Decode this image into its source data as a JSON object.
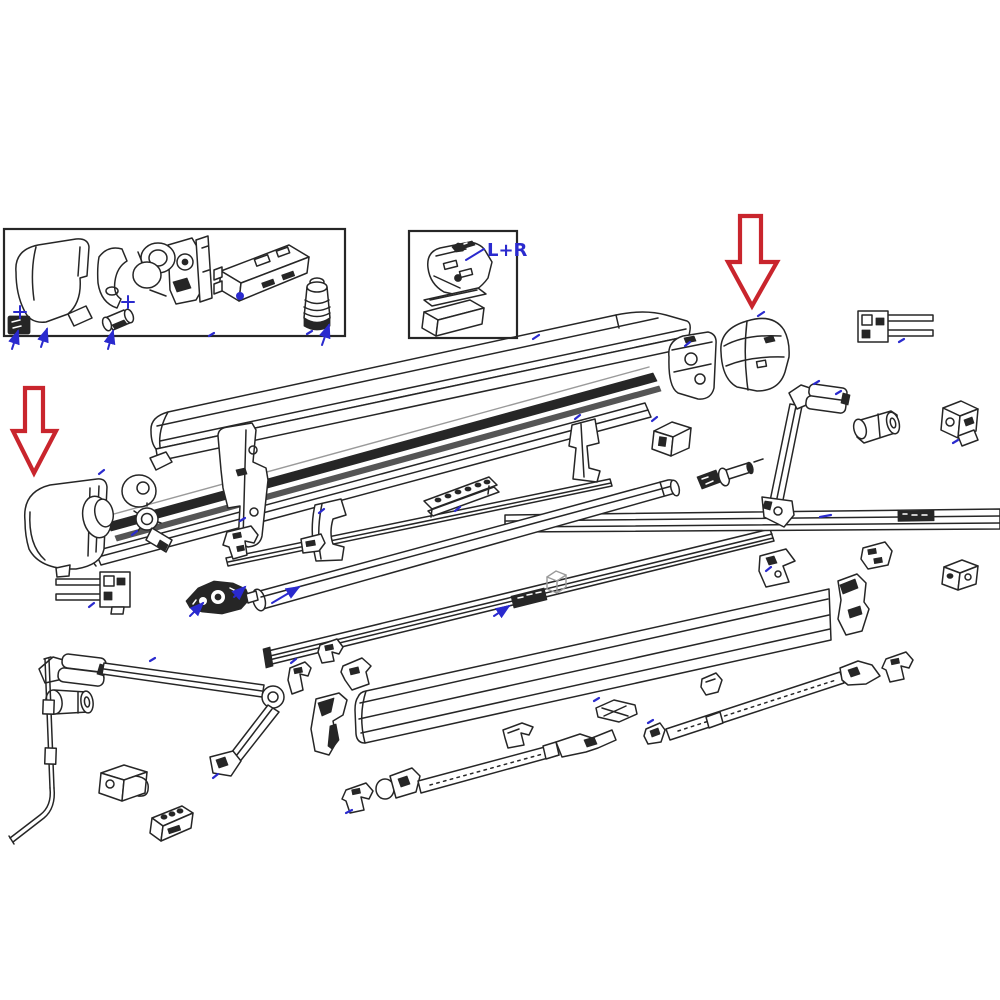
{
  "figure": {
    "kind": "exploded-parts-diagram",
    "subject": "Awning assembly exploded view (technical line drawing)",
    "background": "#ffffff"
  },
  "colors": {
    "ink": "#262626",
    "light": "#9a9a9a",
    "red": "#c9252d",
    "blue": "#2a2ace",
    "white": "#ffffff"
  },
  "labels": {
    "left_right": "L+R"
  },
  "callouts": {
    "red_arrows": [
      {
        "direction": "down",
        "points_to": "right-end-cap"
      },
      {
        "direction": "down",
        "points_to": "left-end-cap"
      }
    ],
    "blue_plus_marks": 2,
    "blue_locator_ticks": 23,
    "blue_pointer_arrows": 8
  },
  "insets": [
    {
      "id": "accessory-kit",
      "position": "top-left",
      "parts": [
        "end-cap-housing",
        "black-cover-plate",
        "curved-bracket",
        "roller-pin",
        "motor-gear-assembly",
        "control-unit-box",
        "cone-adapter"
      ]
    },
    {
      "id": "bracket-kit",
      "position": "top-center",
      "label_ref": "left_right",
      "parts": [
        "mounting-bracket",
        "screw",
        "flat-bar",
        "spacer-block"
      ]
    }
  ],
  "parts": [
    "cassette-top-profile",
    "seal-strip",
    "cassette-bottom-profile",
    "thin-profile-strip",
    "middle-profile",
    "left-end-cap",
    "end-disc-set",
    "gear-wheel",
    "left-end-plate",
    "small-top-clamp",
    "right-inner-bracket",
    "right-end-cap",
    "roller-tube",
    "roller-adapter",
    "motor-drive-end",
    "prong-connector-left",
    "prong-connector-right",
    "perforated-bracket",
    "hook-bracket",
    "strap-bracket",
    "strap-clamp",
    "side-clamp",
    "mounting-cube",
    "profile-fitting",
    "triangle-bracket",
    "rail-clamp-right",
    "wall-bracket-upper-right",
    "wall-bracket-lower-right",
    "arm-cover-cylinder-right",
    "spring-arm-right",
    "arm-horizontal-profile",
    "lead-rail",
    "lead-rail-end-cone",
    "lead-rail-end-cap",
    "rail-clamp-a",
    "rail-corner-bracket",
    "middle-clip",
    "cross-bracket",
    "tension-rafter-left",
    "tension-rafter-right",
    "rafter-clamp-left",
    "rafter-clamp-right",
    "spring-arm-left",
    "arm-cover-cylinder-left",
    "hook-box-bracket",
    "rail-foot-bracket",
    "crank-rod",
    "elbow-side-bracket"
  ]
}
